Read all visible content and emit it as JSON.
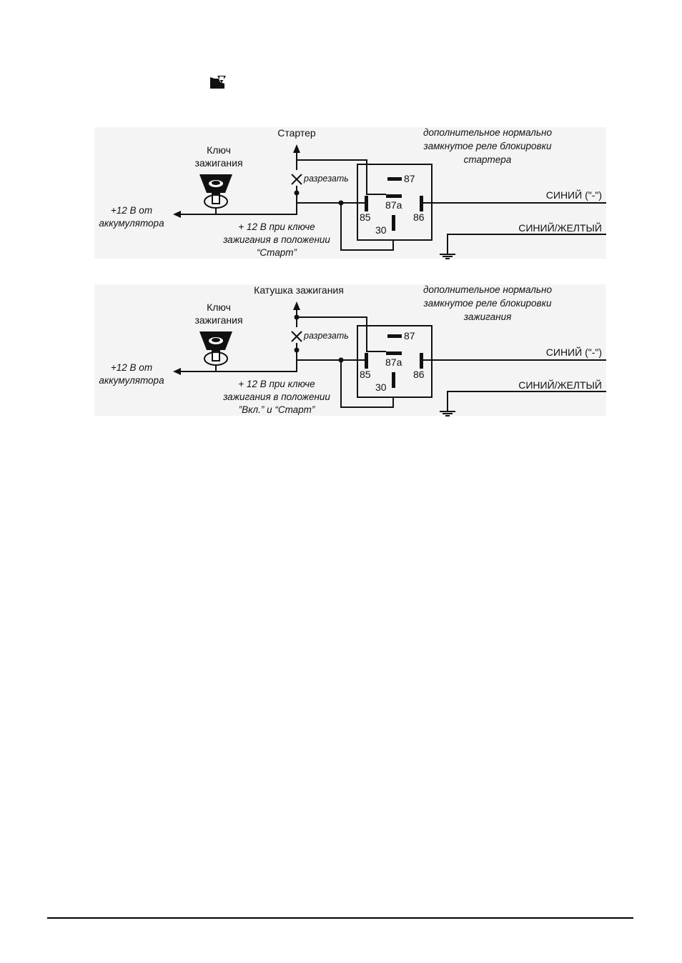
{
  "page_icon": "car-lock-icon",
  "diagrams": [
    {
      "target_label": "Стартер",
      "ignition_key": [
        "Ключ",
        "зажигания"
      ],
      "battery": [
        "+12 В от",
        "аккумулятора"
      ],
      "cut_label": "разрезать",
      "key_feed": [
        "+ 12 В при ключе",
        "зажигания в положении",
        "“Старт”"
      ],
      "relay_note": [
        "дополнительное нормально",
        "замкнутое реле блокировки",
        "стартера"
      ],
      "pins": {
        "p87": "87",
        "p87a": "87a",
        "p85": "85",
        "p86": "86",
        "p30": "30"
      },
      "wire_blue": "СИНИЙ (\"-\")",
      "wire_blue_yellow": "СИНИЙ/ЖЕЛТЫЙ"
    },
    {
      "target_label": "Катушка зажигания",
      "ignition_key": [
        "Ключ",
        "зажигания"
      ],
      "battery": [
        "+12 В от",
        "аккумулятора"
      ],
      "cut_label": "разрезать",
      "key_feed": [
        "+ 12 В при ключе",
        "зажигания в положении",
        "”Вкл.” и “Старт”"
      ],
      "relay_note": [
        "дополнительное нормально",
        "замкнутое реле блокировки",
        "зажигания"
      ],
      "pins": {
        "p87": "87",
        "p87a": "87a",
        "p85": "85",
        "p86": "86",
        "p30": "30"
      },
      "wire_blue": "СИНИЙ (\"-\")",
      "wire_blue_yellow": "СИНИЙ/ЖЕЛТЫЙ"
    }
  ]
}
